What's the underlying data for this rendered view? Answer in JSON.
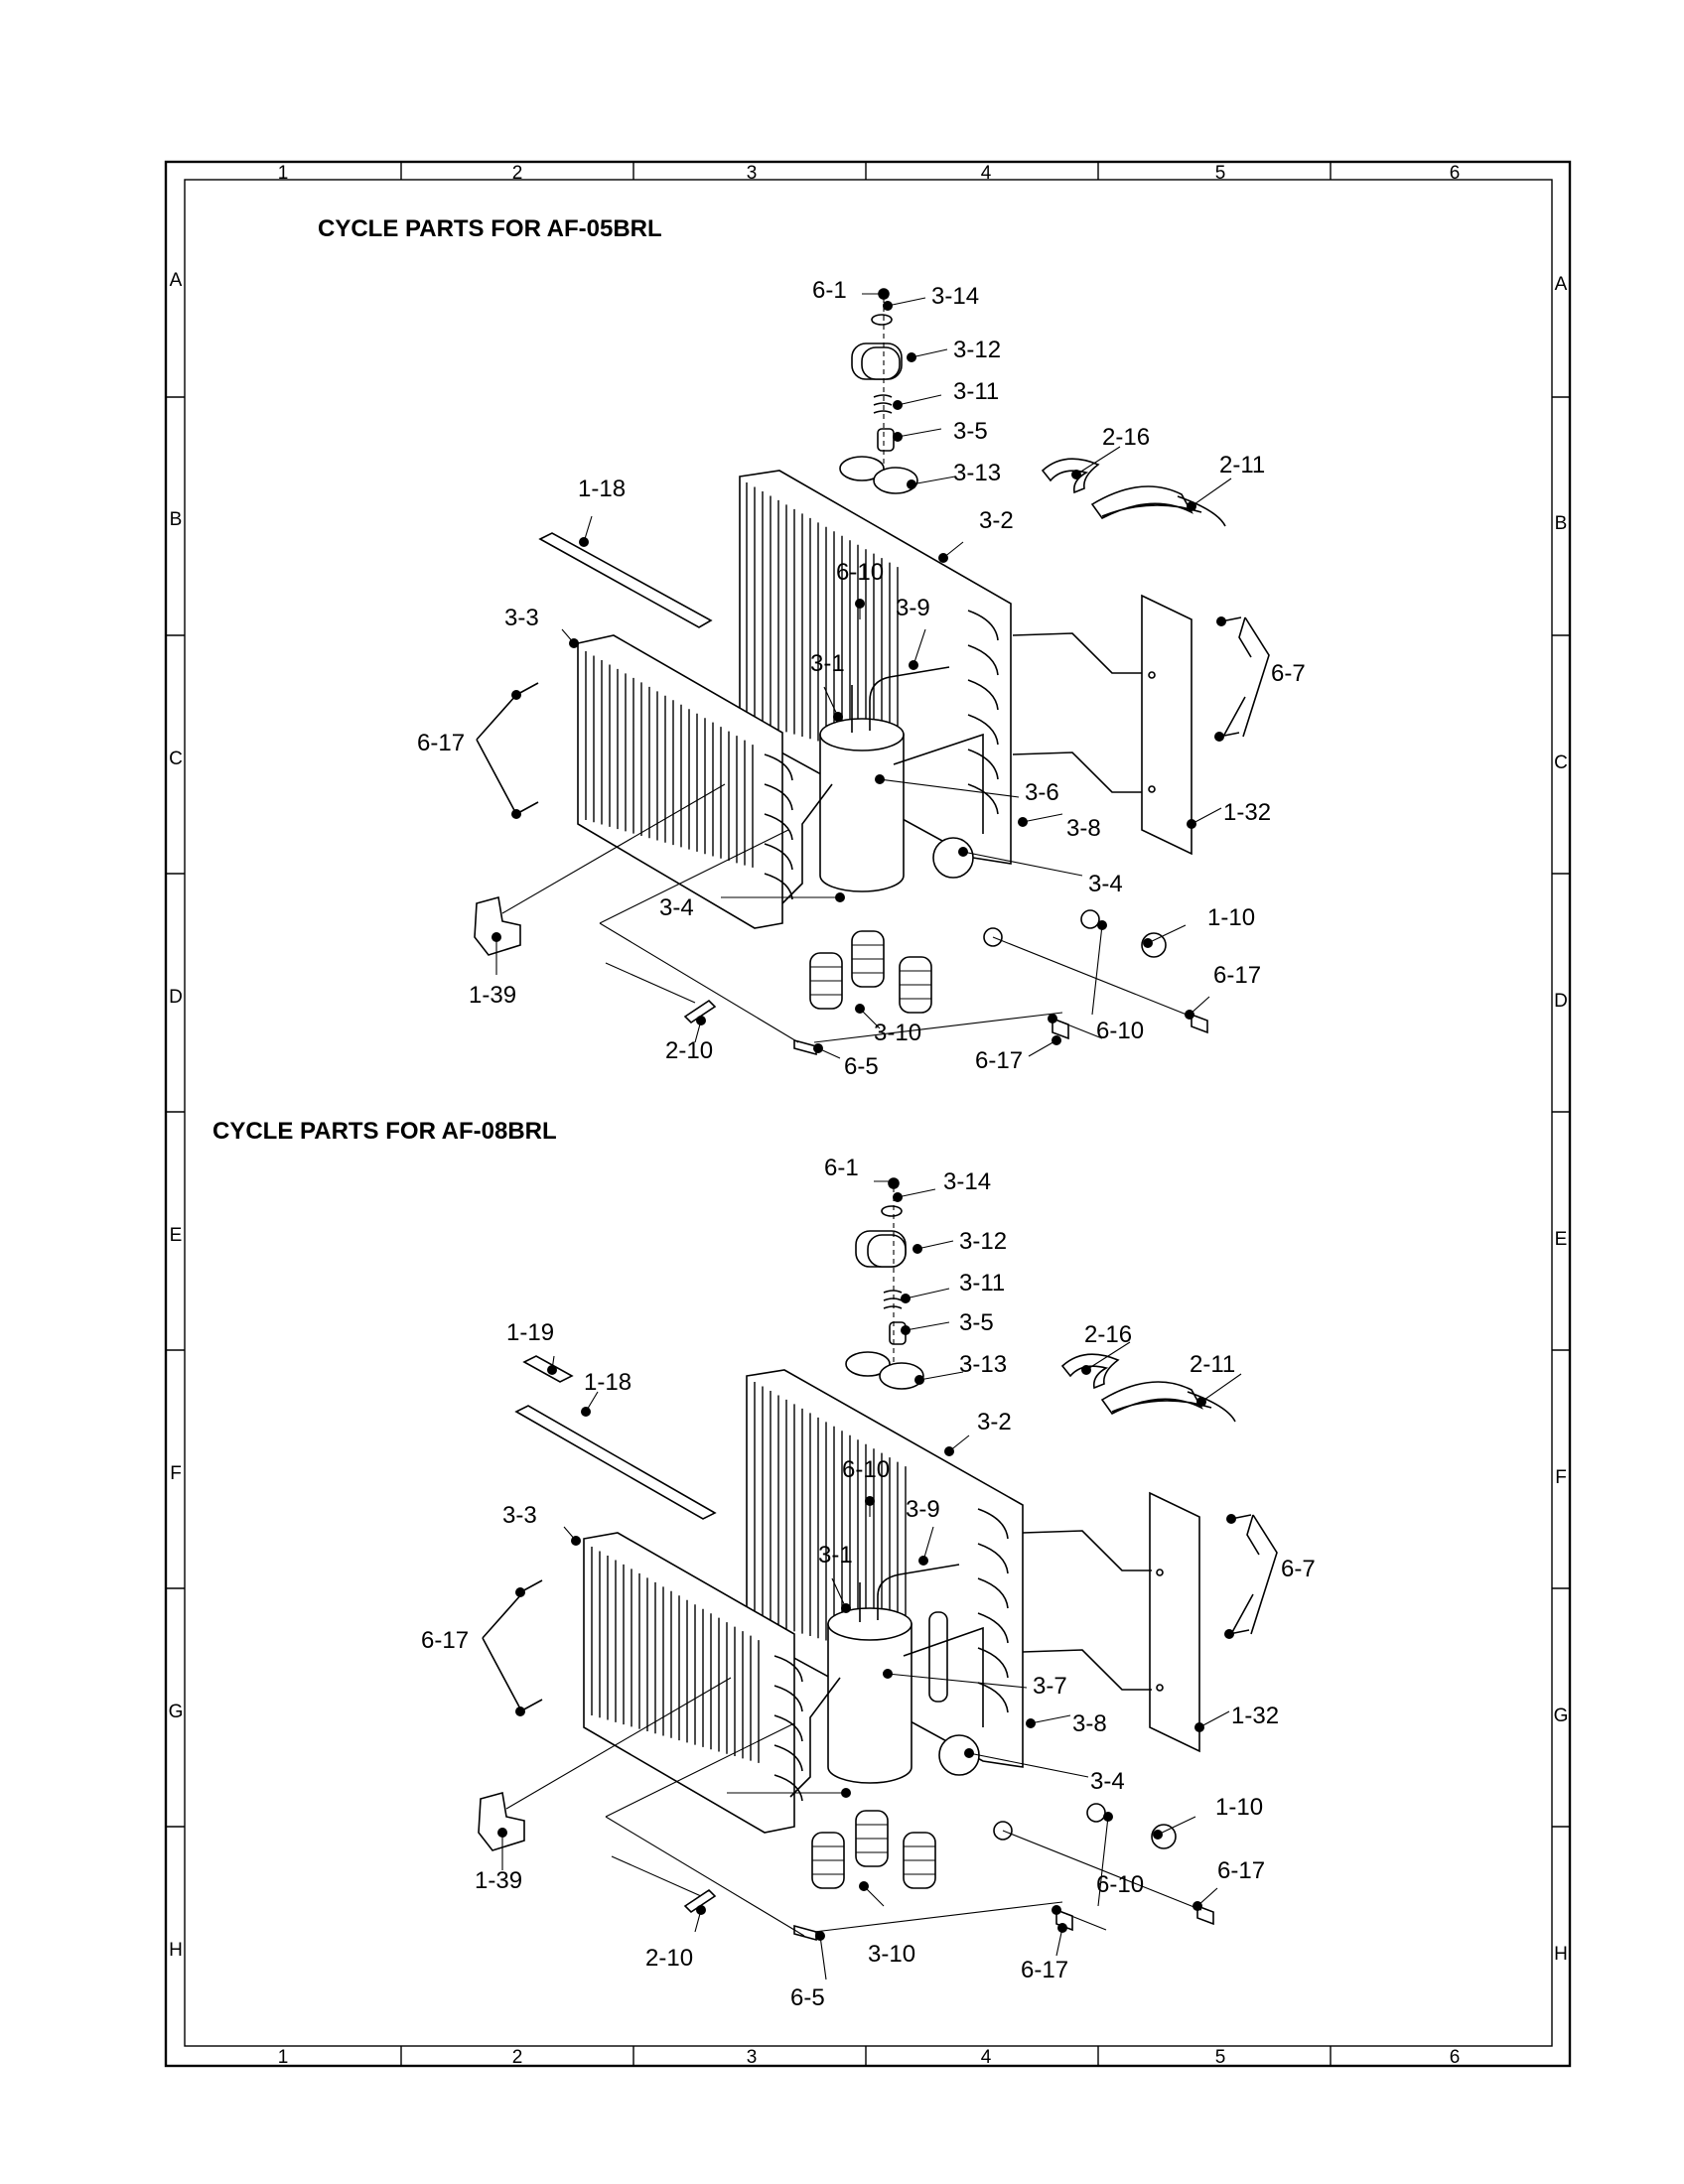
{
  "border": {
    "columns": [
      "1",
      "2",
      "3",
      "4",
      "5",
      "6"
    ],
    "rows": [
      "A",
      "B",
      "C",
      "D",
      "E",
      "F",
      "G",
      "H"
    ]
  },
  "diagrams": [
    {
      "title": "CYCLE PARTS FOR AF-05BRL",
      "labels": [
        "6-1",
        "3-14",
        "3-12",
        "3-11",
        "3-5",
        "3-13",
        "2-16",
        "2-11",
        "1-18",
        "3-2",
        "6-10",
        "3-9",
        "3-3",
        "3-1",
        "6-7",
        "6-17",
        "3-6",
        "3-8",
        "1-32",
        "3-4",
        "3-4",
        "1-10",
        "1-39",
        "6-17",
        "3-10",
        "6-10",
        "2-10",
        "6-5",
        "6-17"
      ]
    },
    {
      "title": "CYCLE PARTS FOR AF-08BRL",
      "labels": [
        "6-1",
        "3-14",
        "3-12",
        "3-11",
        "3-5",
        "3-13",
        "2-16",
        "2-11",
        "1-19",
        "1-18",
        "3-2",
        "6-10",
        "3-9",
        "3-3",
        "3-1",
        "6-7",
        "6-17",
        "3-7",
        "3-8",
        "1-32",
        "3-4",
        "1-10",
        "1-39",
        "6-17",
        "3-10",
        "6-10",
        "2-10",
        "6-17",
        "6-5"
      ]
    }
  ]
}
